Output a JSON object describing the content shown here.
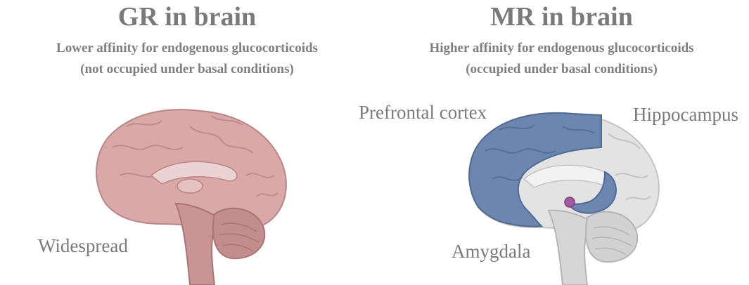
{
  "left": {
    "title": "GR in brain",
    "subtitle1": "Lower affinity for endogenous glucocorticoids",
    "subtitle2": "(not occupied under basal conditions)",
    "label_widespread": "Widespread",
    "brain_color": "#d9a8a8"
  },
  "right": {
    "title": "MR in brain",
    "subtitle1": "Higher affinity for endogenous glucocorticoids",
    "subtitle2": "(occupied under basal conditions)",
    "label_prefrontal": "Prefrontal cortex",
    "label_hippocampus": "Hippocampus",
    "label_amygdala": "Amygdala",
    "brain_color": "#e3e3e3",
    "highlight_color": "#6d86b0",
    "amygdala_color": "#a45a9e"
  }
}
